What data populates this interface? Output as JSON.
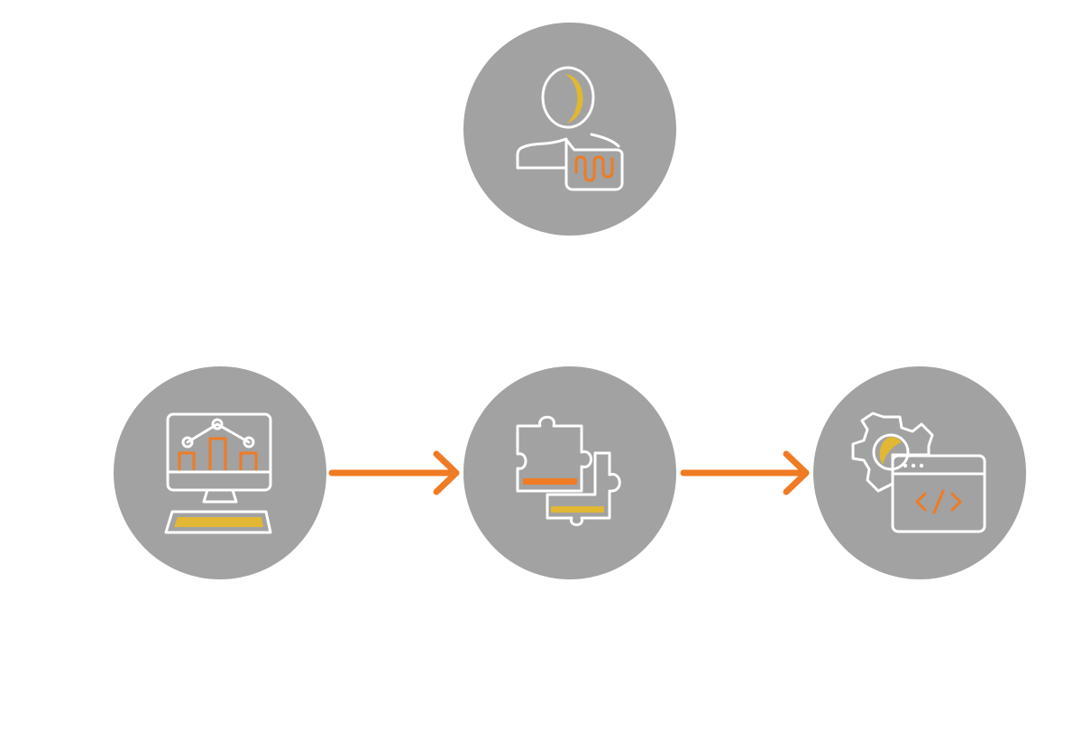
{
  "colors": {
    "background": "#ffffff",
    "circle": "#a1a2a1",
    "line": "#ffffff",
    "orange": "#ef7b24",
    "yellow": "#e1b733"
  },
  "nodes": [
    {
      "id": "person",
      "icon": "person-speech-icon"
    },
    {
      "id": "analytics",
      "icon": "monitor-chart-icon"
    },
    {
      "id": "integration",
      "icon": "puzzle-pieces-icon"
    },
    {
      "id": "development",
      "icon": "gear-code-window-icon"
    }
  ],
  "arrows": [
    {
      "from": "analytics",
      "to": "integration",
      "icon": "arrow-right-icon"
    },
    {
      "from": "integration",
      "to": "development",
      "icon": "arrow-right-icon"
    }
  ]
}
